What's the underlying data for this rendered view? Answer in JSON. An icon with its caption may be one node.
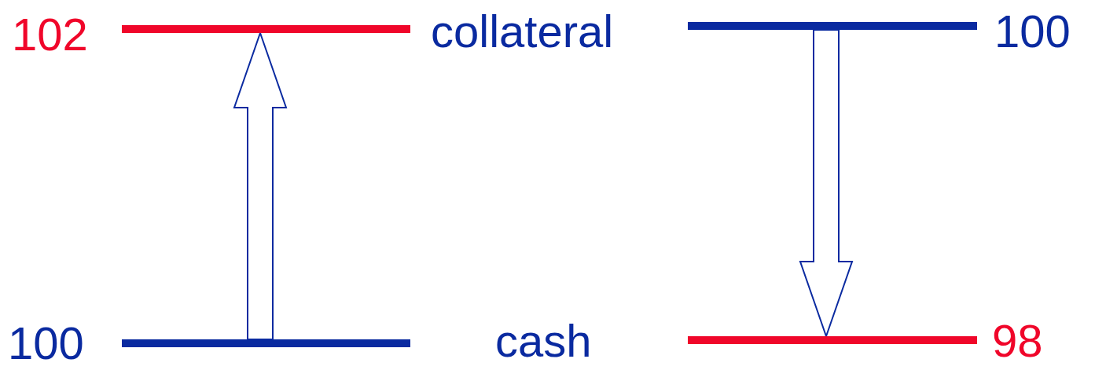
{
  "diagram": {
    "nodes": [
      {
        "text": [],
        "shape": "bar",
        "beside": [
          "102"
        ]
      },
      {
        "text": [],
        "shape": "bar",
        "beside": [
          "100"
        ]
      },
      {
        "text": [],
        "shape": "bar",
        "beside": [
          "100"
        ]
      },
      {
        "text": [],
        "shape": "bar",
        "beside": [
          "98"
        ]
      }
    ],
    "edges": [
      {
        "from": 2,
        "to": 0,
        "arrow": "to"
      },
      {
        "from": 1,
        "to": 3,
        "arrow": "to"
      }
    ],
    "labels": [
      "collateral",
      "cash"
    ]
  }
}
